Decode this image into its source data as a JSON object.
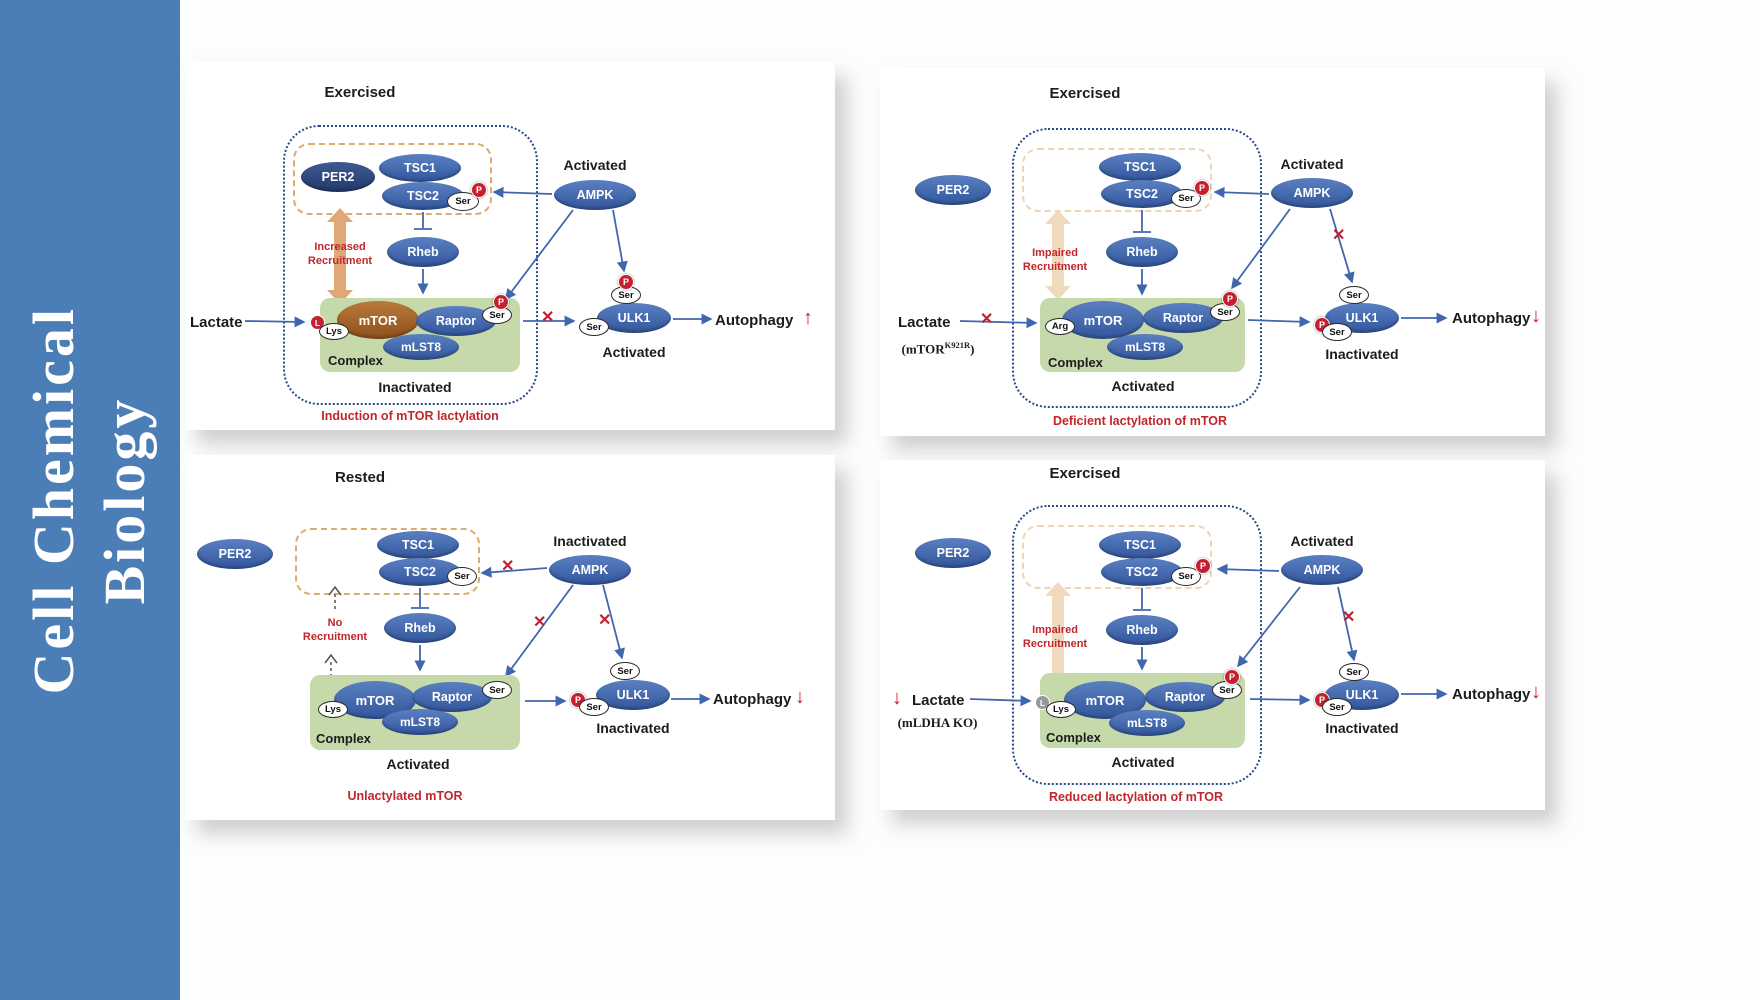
{
  "journal": {
    "title_line1": "Cell Chemical",
    "title_line2": "Biology"
  },
  "colors": {
    "sidebar_blue": "#4b7db6",
    "node_blue": "#3c5fa8",
    "per2_dark_blue": "#2c4478",
    "mtor_brown": "#a05a20",
    "complex_green": "#c6d9ab",
    "phospho_red": "#c5202f",
    "note_red": "#c0262c",
    "recruit_tan": "#e0a876"
  },
  "icons": {
    "blocked_x": "✕",
    "arrow_up": "↑",
    "arrow_down": "↓"
  },
  "labels": {
    "per2": "PER2",
    "tsc1": "TSC1",
    "tsc2": "TSC2",
    "ampk": "AMPK",
    "rheb": "Rheb",
    "mtor": "mTOR",
    "raptor": "Raptor",
    "mlst8": "mLST8",
    "ulk1": "ULK1",
    "ser": "Ser",
    "lys": "Lys",
    "arg": "Arg",
    "p": "P",
    "l": "L",
    "complex": "Complex",
    "lactate": "Lactate",
    "autophagy": "Autophagy"
  },
  "panels": {
    "p1": {
      "title": "Exercised",
      "ampk_state": "Activated",
      "recruit_line1": "Increased",
      "recruit_line2": "Recruitment",
      "complex_state": "Inactivated",
      "ulk1_state": "Activated",
      "autophagy_arrow": "↑",
      "caption": "Induction of mTOR lactylation"
    },
    "p2": {
      "title": "Exercised",
      "ampk_state": "Activated",
      "recruit_line1": "Impaired",
      "recruit_line2": "Recruitment",
      "complex_state": "Activated",
      "ulk1_state": "Inactivated",
      "genotype_pre": "(mTOR",
      "genotype_sup": "K921R",
      "genotype_post": ")",
      "autophagy_arrow": "↓",
      "caption": "Deficient lactylation of mTOR"
    },
    "p3": {
      "title": "Rested",
      "ampk_state": "Inactivated",
      "recruit_line1": "No",
      "recruit_line2": "Recruitment",
      "complex_state": "Activated",
      "ulk1_state": "Inactivated",
      "autophagy_arrow": "↓",
      "caption": "Unlactylated mTOR"
    },
    "p4": {
      "title": "Exercised",
      "ampk_state": "Activated",
      "recruit_line1": "Impaired",
      "recruit_line2": "Recruitment",
      "complex_state": "Activated",
      "ulk1_state": "Inactivated",
      "genotype": "(mLDHA KO)",
      "lactate_arrow": "↓",
      "autophagy_arrow": "↓",
      "caption": "Reduced lactylation of mTOR"
    }
  }
}
